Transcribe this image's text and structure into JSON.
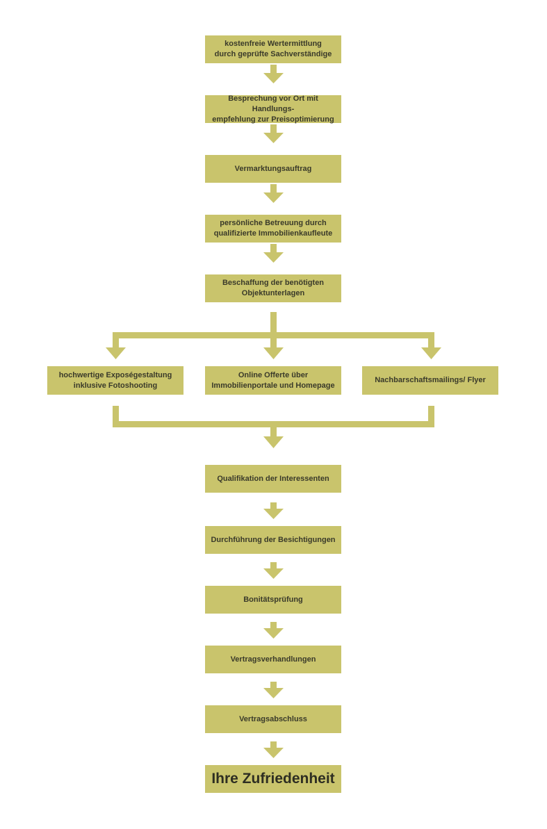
{
  "colors": {
    "box_fill": "#c9c46c",
    "arrow": "#c9c46c",
    "text": "#3a3a2a"
  },
  "steps": [
    {
      "text": "kostenfreie Wertermittlung\ndurch geprüfte Sachverständige"
    },
    {
      "text": "Besprechung vor Ort mit Handlungs-\nempfehlung zur Preisoptimierung"
    },
    {
      "text": "Vermarktungsauftrag"
    },
    {
      "text": "persönliche Betreuung durch\nqualifizierte Immobilienkaufleute"
    },
    {
      "text": "Beschaffung der benötigten\nObjektunterlagen"
    }
  ],
  "branches": [
    {
      "text": "hochwertige Exposégestaltung\ninklusive Fotoshooting"
    },
    {
      "text": "Online Offerte über\nImmobilienportale und Homepage"
    },
    {
      "text": "Nachbarschaftsmailings/ Flyer"
    }
  ],
  "steps_after": [
    {
      "text": "Qualifikation der Interessenten"
    },
    {
      "text": "Durchführung der Besichtigungen"
    },
    {
      "text": "Bonitätsprüfung"
    },
    {
      "text": "Vertragsverhandlungen"
    },
    {
      "text": "Vertragsabschluss"
    }
  ],
  "final": {
    "text": "Ihre Zufriedenheit"
  }
}
